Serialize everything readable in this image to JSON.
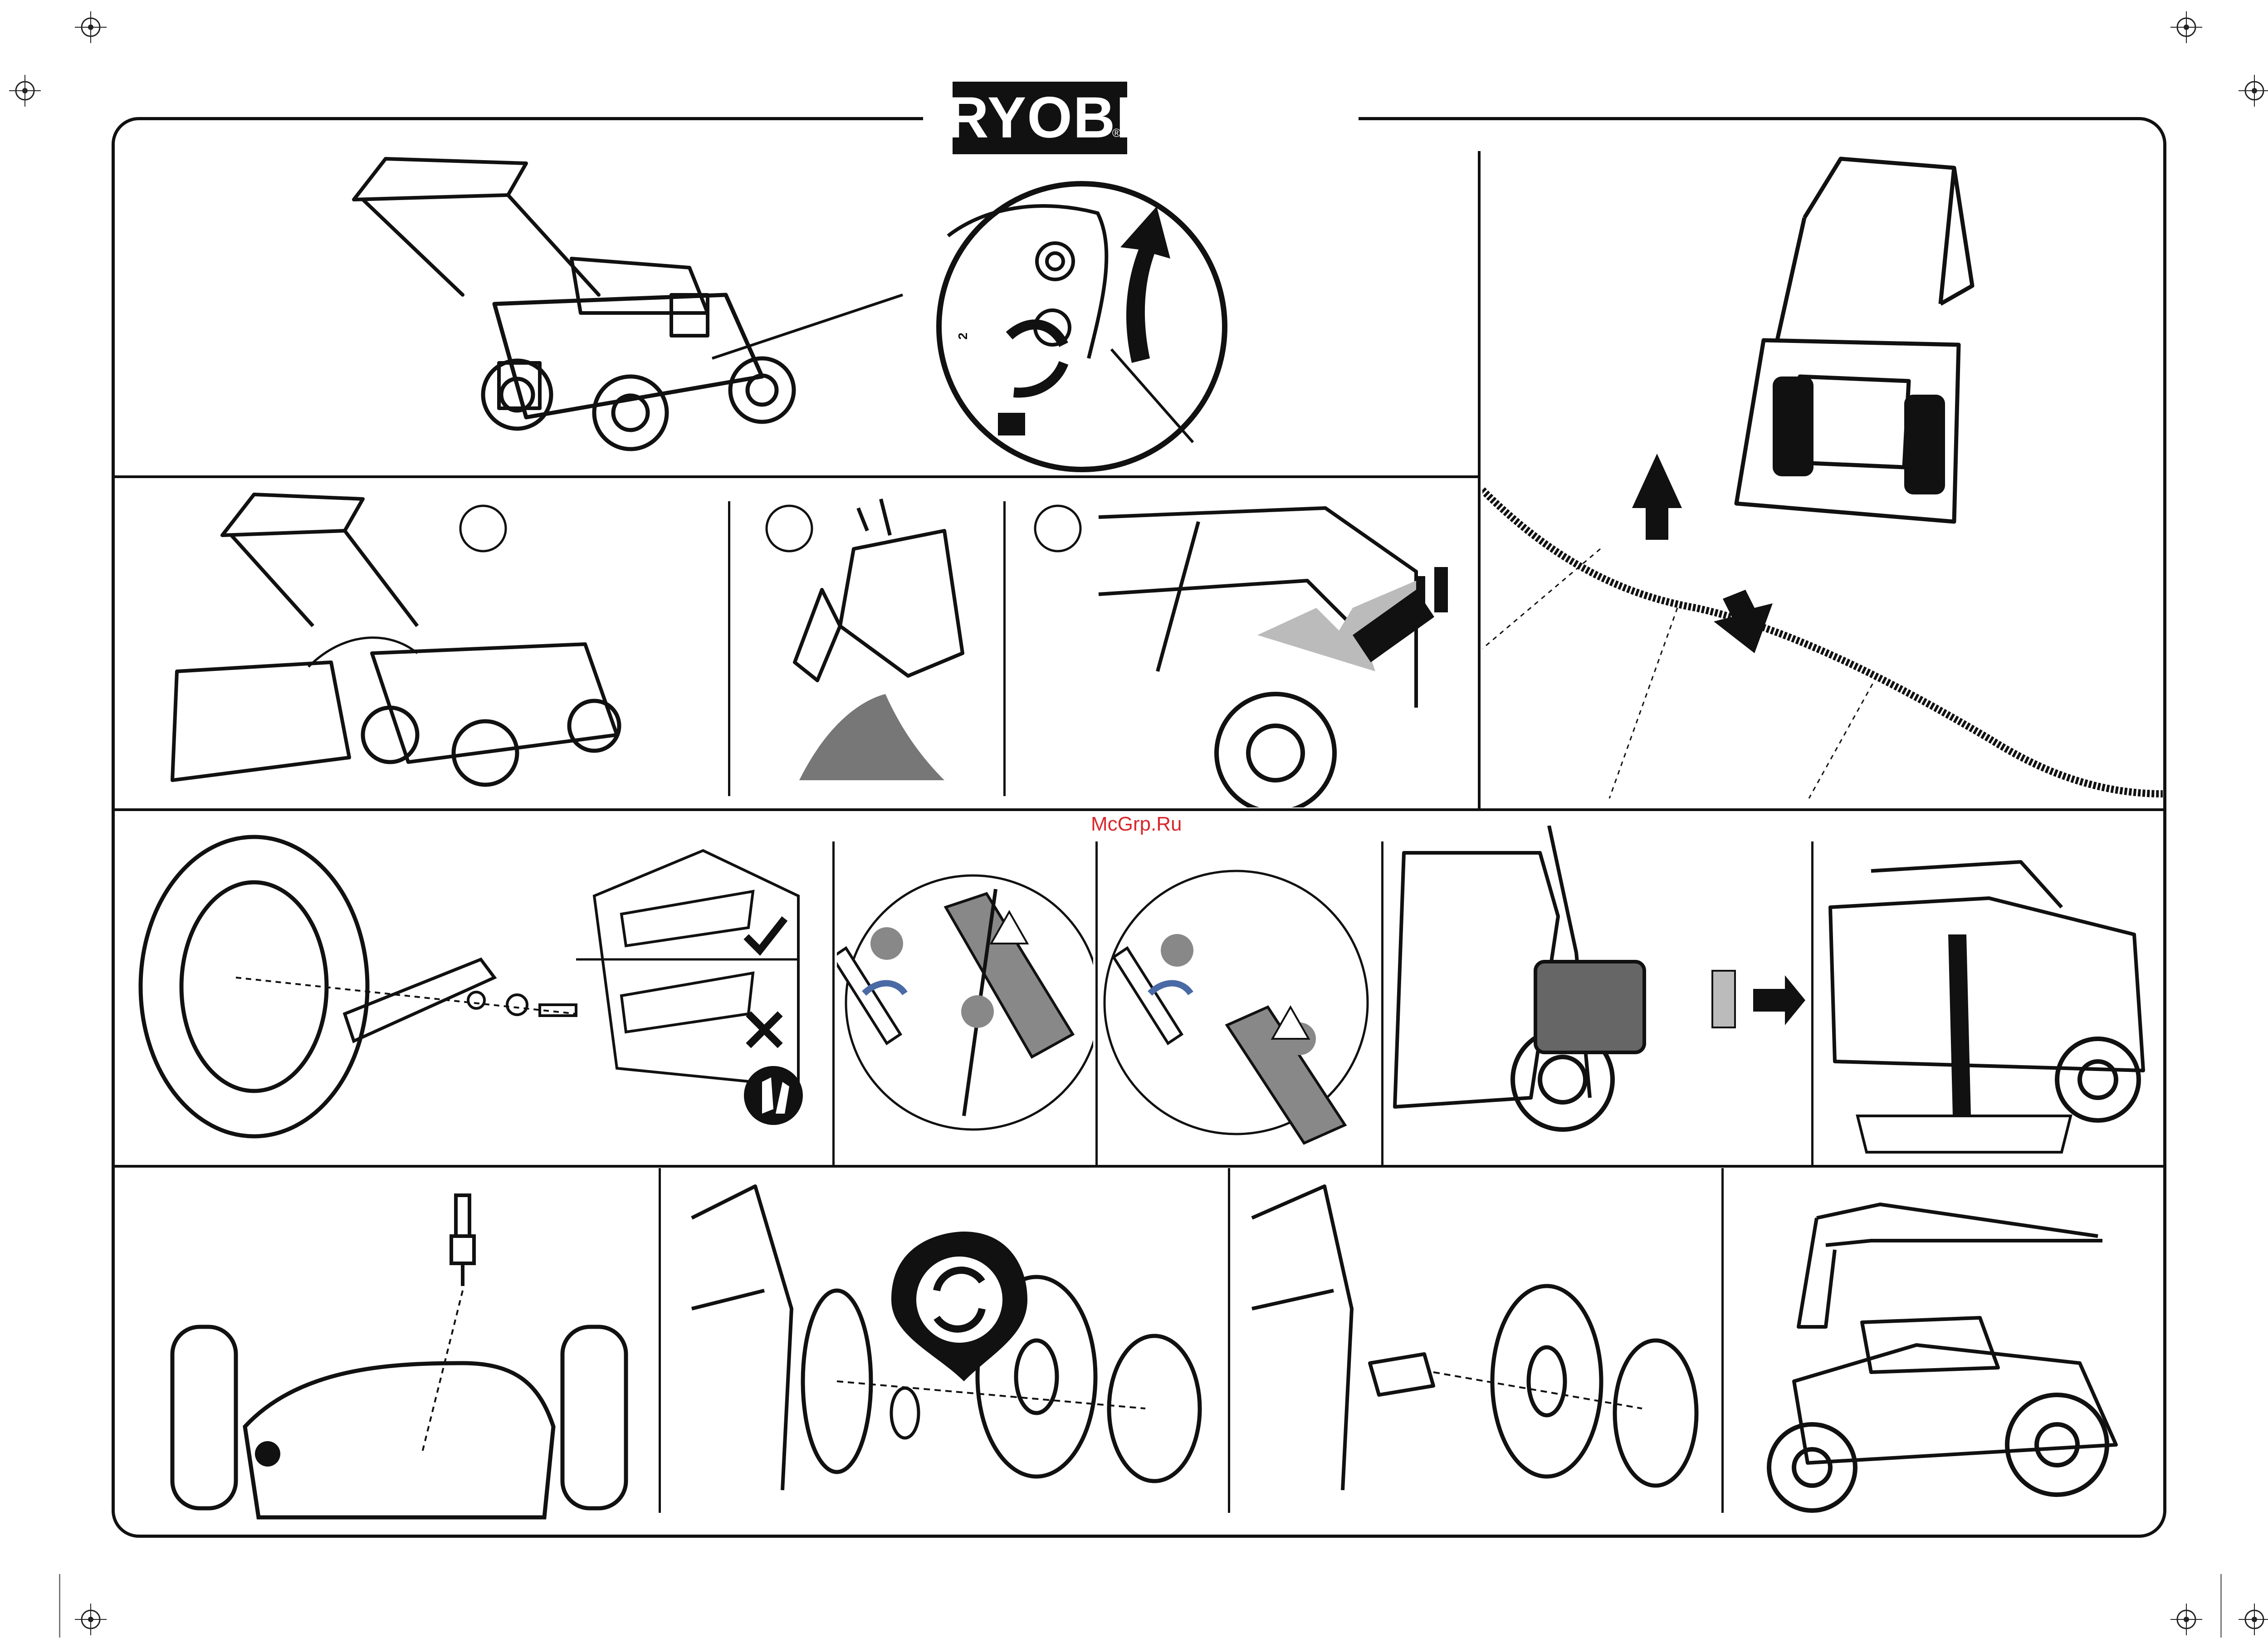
{
  "brand": {
    "name": "RYOBI",
    "registered": "®",
    "color": "#111111"
  },
  "watermark": {
    "text": "McGrp.Ru",
    "color": "#d9262c"
  },
  "height_label": {
    "text": "2"
  },
  "icons": {
    "step_circle": "step-circle-icon",
    "arrow": "arrow-icon",
    "check": "check-icon",
    "cross": "cross-icon",
    "gloves": "gloves-icon",
    "rotate": "rotate-icon"
  }
}
